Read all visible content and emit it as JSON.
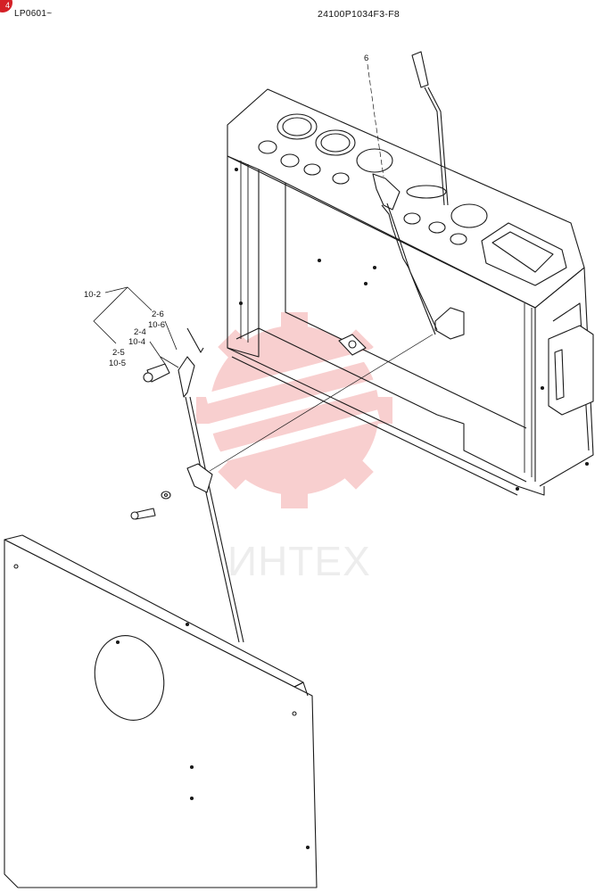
{
  "header": {
    "serial_range": "LP0601~",
    "drawing_number": "24100P1034F3-F8",
    "page_badge": "4"
  },
  "watermark": {
    "text": "ИНТЕХ",
    "color": "#f4a8a8"
  },
  "callouts": {
    "c1": "6",
    "c2": "10-2",
    "c3": "2-6",
    "c4": "10-6",
    "c5": "2-4",
    "c6": "10-4",
    "c7": "2-5",
    "c8": "10-5"
  },
  "colors": {
    "line": "#1a1a1a",
    "badge": "#d42026"
  }
}
